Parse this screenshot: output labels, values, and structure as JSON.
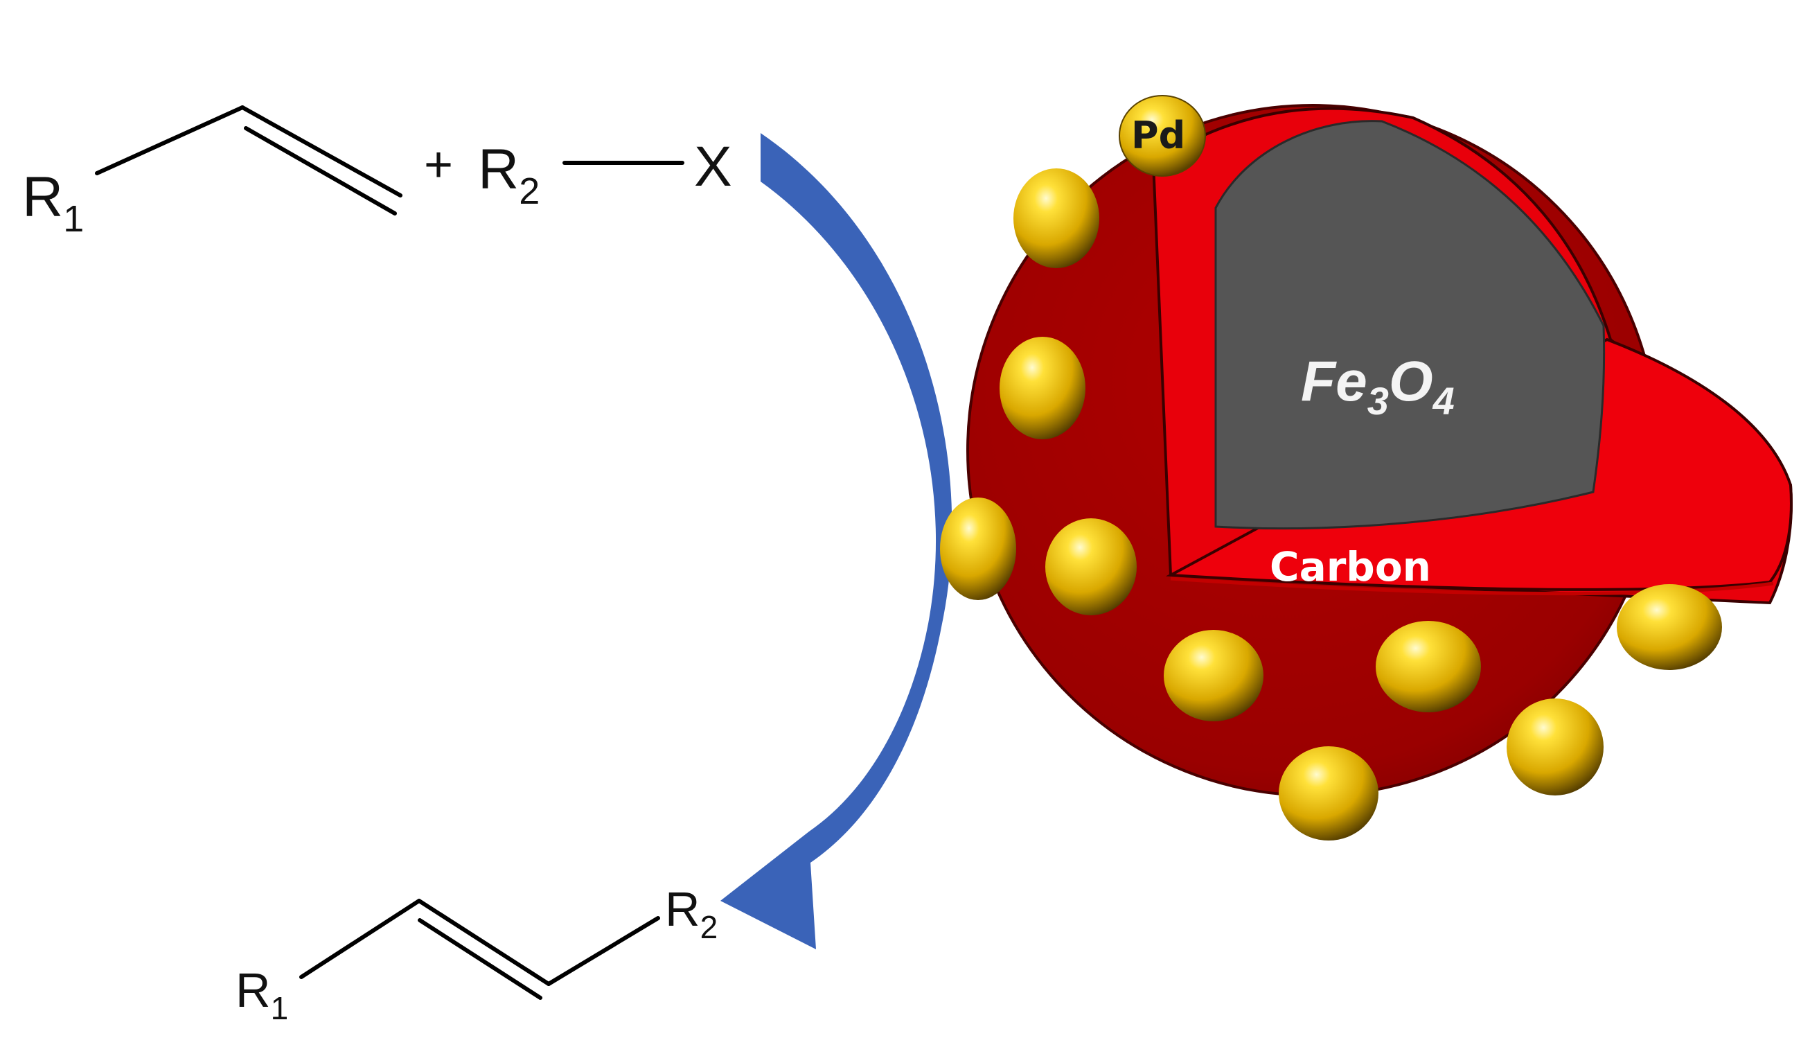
{
  "reactants": {
    "r1": "R",
    "r1_sub": "1",
    "plus": "+",
    "r2": "R",
    "r2_sub": "2",
    "x": "X"
  },
  "product": {
    "r1": "R",
    "r1_sub": "1",
    "r2": "R",
    "r2_sub": "2"
  },
  "catalyst": {
    "pd": "Pd",
    "core_main": "Fe",
    "core_sub1": "3",
    "core_o": "O",
    "core_sub2": "4",
    "shell": "Carbon"
  },
  "colors": {
    "arrow": "#3a63b8",
    "shell_outer": "#a30000",
    "shell_cut": "#e8000b",
    "core": "#555555",
    "pd_particle": "#e2b400"
  }
}
